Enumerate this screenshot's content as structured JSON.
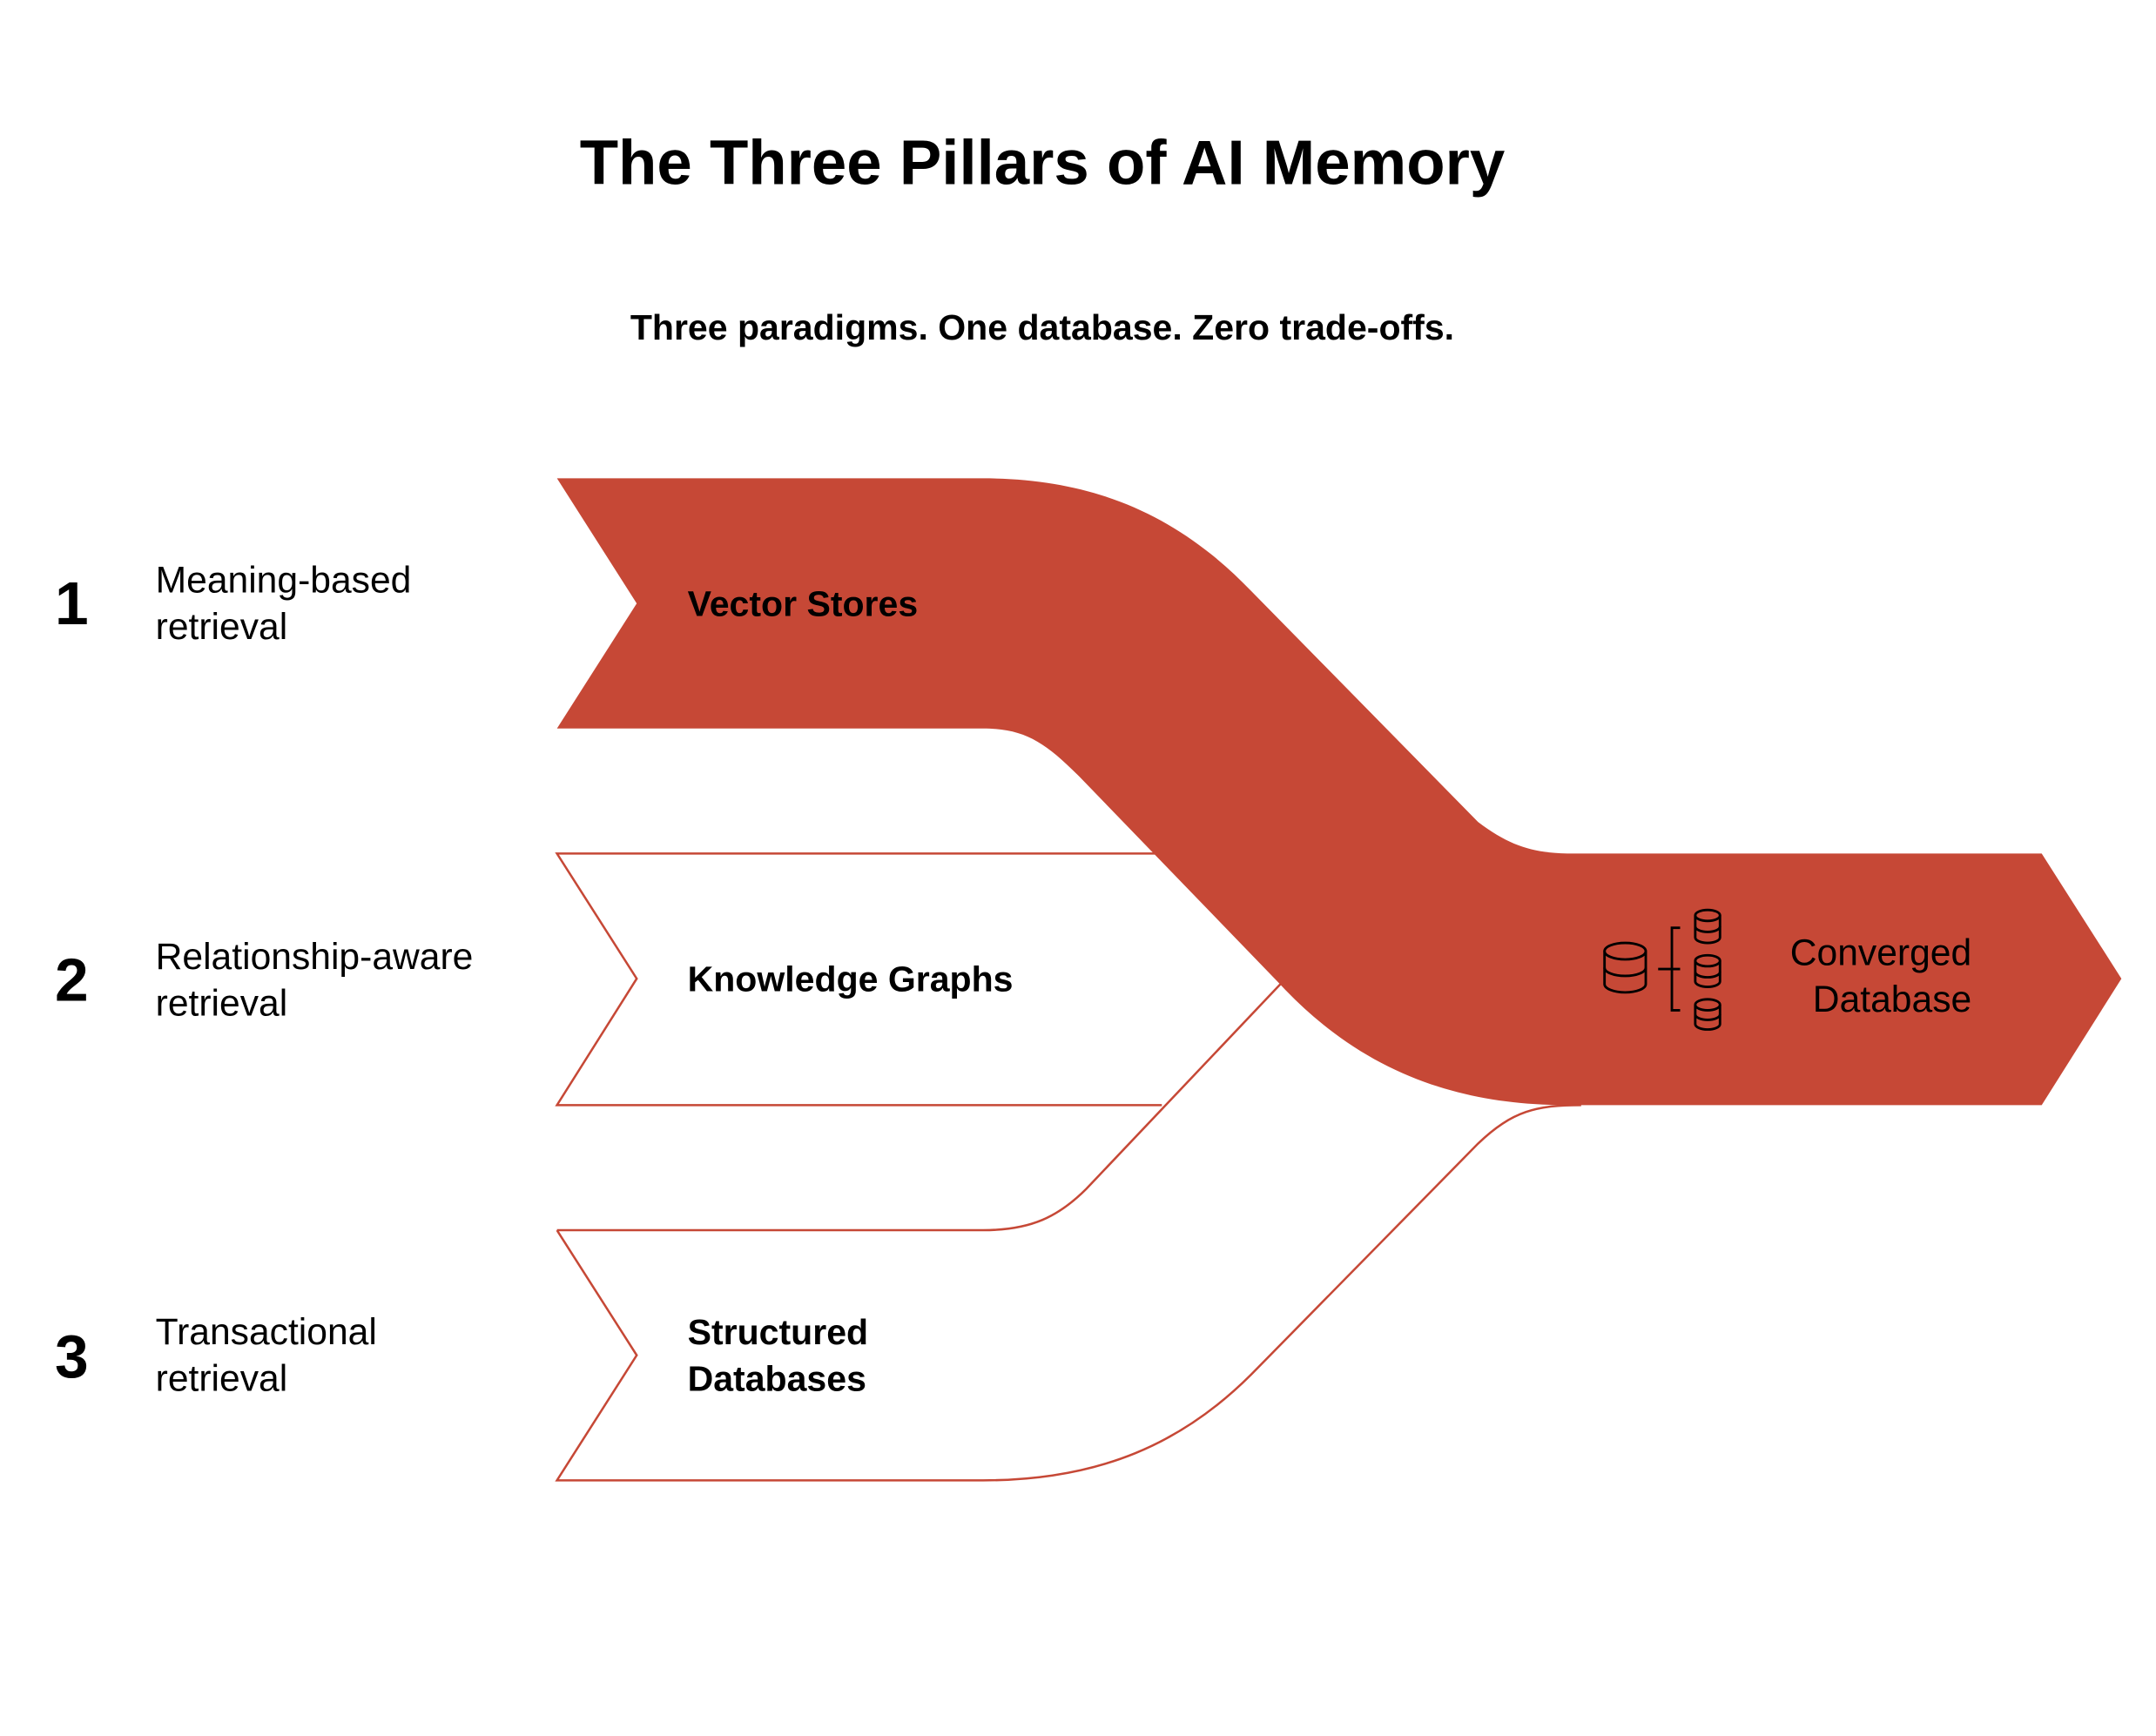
{
  "title": "The Three Pillars of AI Memory",
  "subtitle": "Three paradigms. One database. Zero trade-offs.",
  "colors": {
    "accent": "#C64836",
    "text": "#000000",
    "background": "#FFFFFF"
  },
  "pillars": [
    {
      "number": "1",
      "description_line1": "Meaning-based",
      "description_line2": "retrieval",
      "label_line1": "Vector Stores",
      "label_line2": "",
      "style": "filled"
    },
    {
      "number": "2",
      "description_line1": "Relationship-aware",
      "description_line2": "retrieval",
      "label_line1": "Knowledge Graphs",
      "label_line2": "",
      "style": "outlined"
    },
    {
      "number": "3",
      "description_line1": "Transactional",
      "description_line2": "retrieval",
      "label_line1": "Structured",
      "label_line2": "Databases",
      "style": "outlined"
    }
  ],
  "output": {
    "label_line1": "Converged",
    "label_line2": "Database",
    "icon": "database-cluster-icon"
  }
}
